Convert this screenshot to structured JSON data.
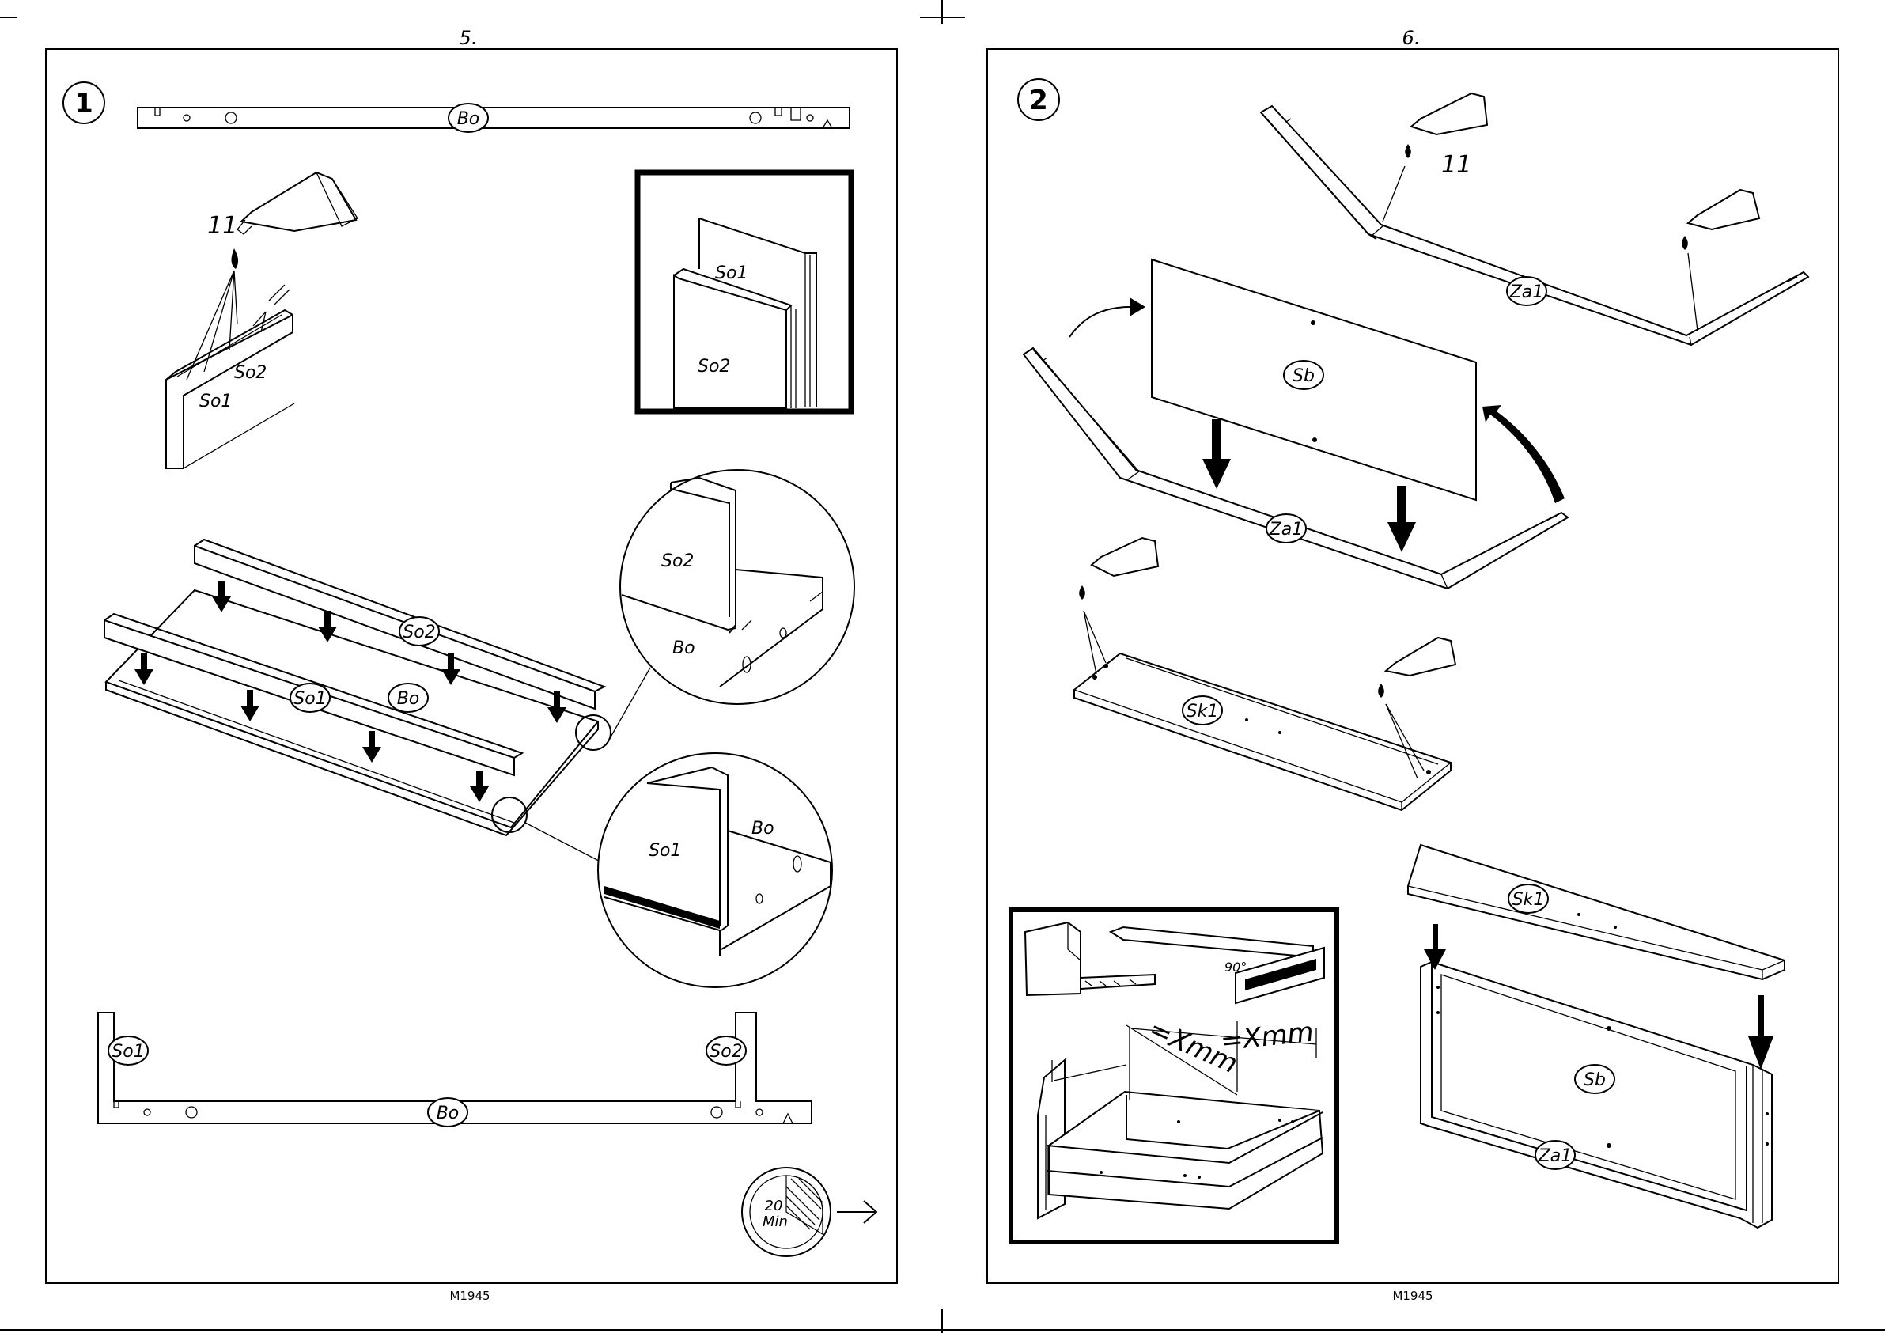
{
  "left_page": {
    "page_number": "5.",
    "footer_code": "M1945",
    "step_number": "1",
    "glue_number": "11",
    "time_minutes": "20",
    "time_unit": "Min",
    "labels": {
      "bo_top": "Bo",
      "so2_glue": "So2",
      "so1_glue": "So1",
      "inset_so1": "So1",
      "inset_so2": "So2",
      "iso_so2": "So2",
      "iso_so1": "So1",
      "iso_bo": "Bo",
      "zoom1_so2": "So2",
      "zoom1_bo": "Bo",
      "zoom2_so1": "So1",
      "zoom2_bo": "Bo",
      "bottom_so1": "So1",
      "bottom_so2": "So2",
      "bottom_bo": "Bo"
    }
  },
  "right_page": {
    "page_number": "6.",
    "footer_code": "M1945",
    "step_number": "2",
    "glue_number": "11",
    "labels": {
      "za1_top": "Za1",
      "sb_panel": "Sb",
      "za1_mid": "Za1",
      "sk1_flat": "Sk1",
      "sk1_lid": "Sk1",
      "sb_box": "Sb",
      "za1_box": "Za1"
    },
    "measure": {
      "diag_label": "=Xmm",
      "width_label": "=Xmm",
      "angle_label": "90°"
    }
  }
}
